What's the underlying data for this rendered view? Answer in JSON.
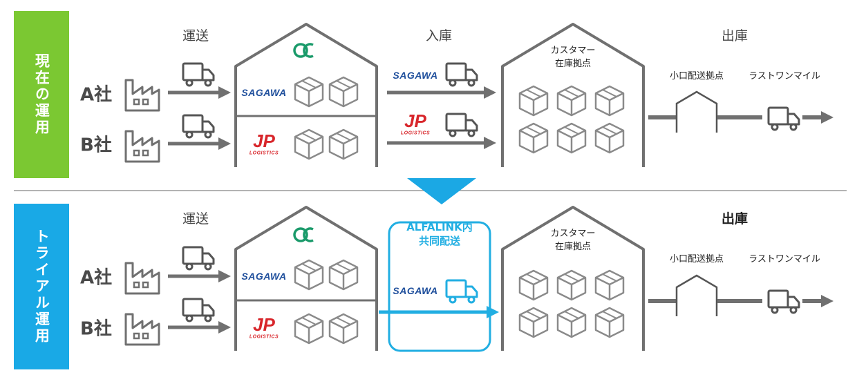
{
  "colors": {
    "current_band": "#7bc832",
    "trial_band": "#19a9e6",
    "accent": "#21aee2",
    "structure": "#707070",
    "arrow_down": "#1ba8e4",
    "sagawa_blue": "#1f4f9c",
    "jp_red": "#d8262b"
  },
  "current": {
    "side_label": "現在の運用",
    "header_transport": "運送",
    "header_inbound": "入庫",
    "header_outbound": "出庫",
    "company_a": "A社",
    "company_b": "B社",
    "warehouse_sagawa": "SAGAWA",
    "warehouse_jp": "JP",
    "warehouse_jp_sub": "LOGISTICS",
    "inbound_sagawa": "SAGAWA",
    "inbound_jp": "JP",
    "inbound_jp_sub": "LOGISTICS",
    "customer_hub": [
      "カスタマー",
      "在庫拠点"
    ],
    "small_lot_hub": "小口配送拠点",
    "last_one_mile": "ラストワンマイル"
  },
  "trial": {
    "side_label": "トライアル運用",
    "header_transport": "運送",
    "header_outbound": "出庫",
    "company_a": "A社",
    "company_b": "B社",
    "warehouse_sagawa": "SAGAWA",
    "warehouse_jp": "JP",
    "warehouse_jp_sub": "LOGISTICS",
    "joint_delivery": [
      "ALFALINK内",
      "共同配送"
    ],
    "joint_sagawa": "SAGAWA",
    "customer_hub": [
      "カスタマー",
      "在庫拠点"
    ],
    "small_lot_hub": "小口配送拠点",
    "last_one_mile": "ラストワンマイル"
  }
}
